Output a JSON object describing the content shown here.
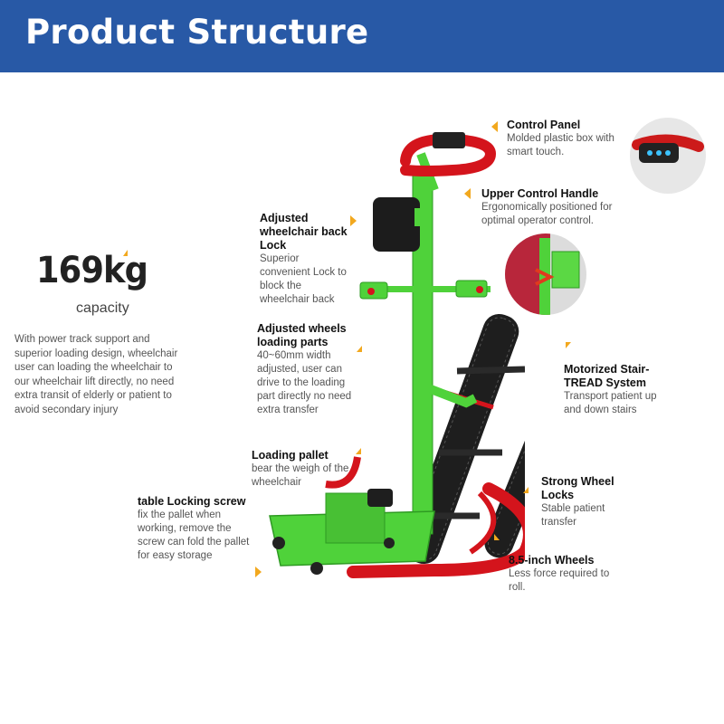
{
  "header": {
    "title": "Product Structure",
    "bg_color": "#2859a6"
  },
  "capacity": {
    "value": "169kg",
    "label": "capacity",
    "description": "With power track support and superior loading design, wheelchair user can loading the wheelchair to our wheelchair lift directly, no need extra transit of elderly or patient to avoid secondary injury"
  },
  "callouts": {
    "control_panel": {
      "title": "Control Panel",
      "desc": "Molded plastic box with smart touch."
    },
    "upper_handle": {
      "title": "Upper Control Handle",
      "desc": "Ergonomically positioned for optimal operator control."
    },
    "back_lock": {
      "title": "Adjusted wheelchair back Lock",
      "desc": "Superior convenient Lock to block the wheelchair back"
    },
    "wheels_loading": {
      "title": "Adjusted wheels loading parts",
      "desc": "40~60mm width adjusted, user can drive to the loading part directly no need extra transfer"
    },
    "stair_tread": {
      "title": "Motorized Stair-TREAD System",
      "desc": "Transport patient up and down stairs"
    },
    "loading_pallet": {
      "title": "Loading pallet",
      "desc": "bear the weigh of the wheelchair"
    },
    "strong_locks": {
      "title": "Strong Wheel Locks",
      "desc": "Stable patient transfer"
    },
    "locking_screw": {
      "title": "table Locking screw",
      "desc": "fix the pallet when working, remove the screw can fold the pallet for easy storage"
    },
    "wheels": {
      "title": "8.5-inch Wheels",
      "desc": "Less force required to roll."
    }
  },
  "colors": {
    "frame": "#4fd23a",
    "accent_red": "#d4141c",
    "track": "#1e1e1e",
    "marker": "#f2a81e"
  },
  "icons": [
    "control-panel-image",
    "handle-closeup-image",
    "stair-lift-image"
  ]
}
